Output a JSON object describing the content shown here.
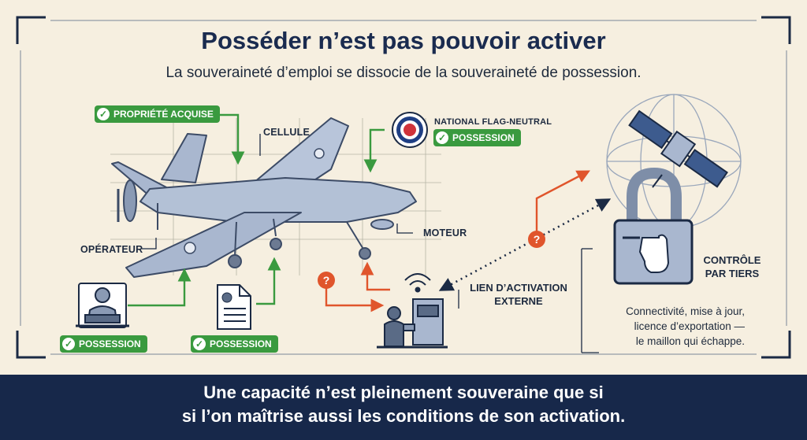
{
  "header": {
    "title": "Posséder n’est pas pouvoir activer",
    "subtitle": "La souveraineté d’emploi se dissocie de la souveraineté de possession."
  },
  "labels": {
    "propriete": "PROPRIÉTÉ ACQUISE",
    "cellule": "CELLULE",
    "national": "NATIONAL FLAG-NEUTRAL",
    "possession_flag": "POSSESSION",
    "operateur": "OPÉRATEUR",
    "moteur": "MOTEUR",
    "possession_operator": "POSSESSION",
    "possession_document": "POSSESSION",
    "lien_line1": "LIEN D’ACTIVATION",
    "lien_line2": "EXTERNE",
    "controle_line1": "CONTRÔLE",
    "controle_line2": "PAR TIERS",
    "question_mark_a": "?",
    "question_mark_b": "?"
  },
  "note": {
    "line1": "Connectivité, mise à jour,",
    "line2": "licence d’exportation —",
    "line3": "le maillon qui échappe."
  },
  "banner": {
    "line1": "Une capacité n’est pleinement souveraine que si",
    "line2": "si l’on maîtrise aussi les conditions de son activation."
  },
  "colors": {
    "navy": "#17284a",
    "green": "#3a9a3f",
    "orange": "#e0552c",
    "background": "#f6efe0",
    "drone": "#a9b7cf",
    "drone_dark": "#5a6b86"
  },
  "icons": [
    "check-icon",
    "roundel-icon",
    "operator-laptop-icon",
    "document-icon",
    "control-station-icon",
    "wifi-signal-icon",
    "padlock-icon",
    "hand-pointer-icon",
    "satellite-icon",
    "globe-icon",
    "question-icon"
  ]
}
